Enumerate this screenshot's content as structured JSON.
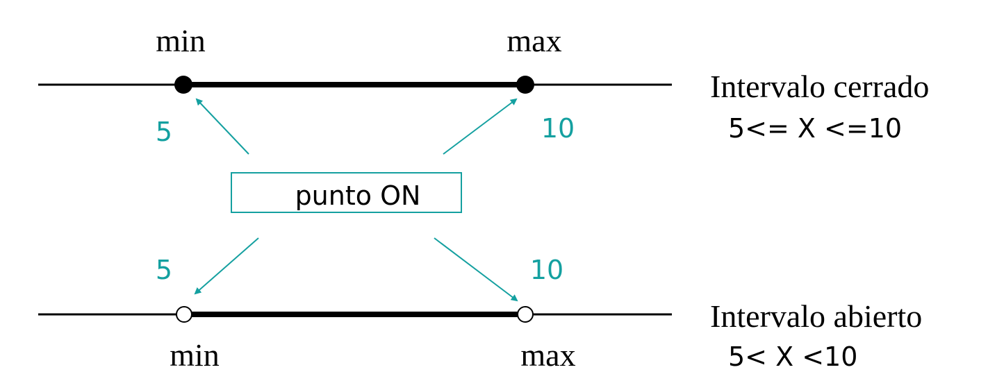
{
  "colors": {
    "line": "#000000",
    "accent": "#14a0a0",
    "background": "#ffffff"
  },
  "closed_interval": {
    "min_label": "min",
    "max_label": "max",
    "min_value": "5",
    "max_value": "10",
    "title": "Intervalo cerrado",
    "expression": "5<= X <=10",
    "endpoint_style": "filled"
  },
  "open_interval": {
    "min_label": "min",
    "max_label": "max",
    "min_value": "5",
    "max_value": "10",
    "title": "Intervalo abierto",
    "expression": "5< X <10",
    "endpoint_style": "hollow"
  },
  "center_box": {
    "label": "punto ON"
  }
}
